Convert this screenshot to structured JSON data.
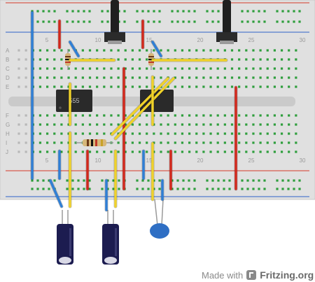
{
  "breadboard": {
    "row_letters_top": [
      "A",
      "B",
      "C",
      "D",
      "E"
    ],
    "row_letters_bottom": [
      "F",
      "G",
      "H",
      "I",
      "J"
    ],
    "column_numbers": [
      "5",
      "10",
      "15",
      "20",
      "25",
      "30"
    ]
  },
  "chips": [
    {
      "id": "ic-left",
      "label": "555"
    },
    {
      "id": "ic-right",
      "label": ""
    }
  ],
  "credit": {
    "prefix": "Made with",
    "brand": "Fritzing.org"
  },
  "colors": {
    "board": "#e0e0e0",
    "rail_red": "#d63a2a",
    "rail_blue": "#2e62c9",
    "hole_green": "#2e9e3c",
    "wire_yellow": "#f0d22a",
    "wire_blue": "#2f7fd6",
    "wire_red": "#d2281c",
    "chip": "#2a2a2a",
    "capacitor_electrolytic": "#1c1c50",
    "capacitor_ceramic": "#2f6fc4"
  }
}
